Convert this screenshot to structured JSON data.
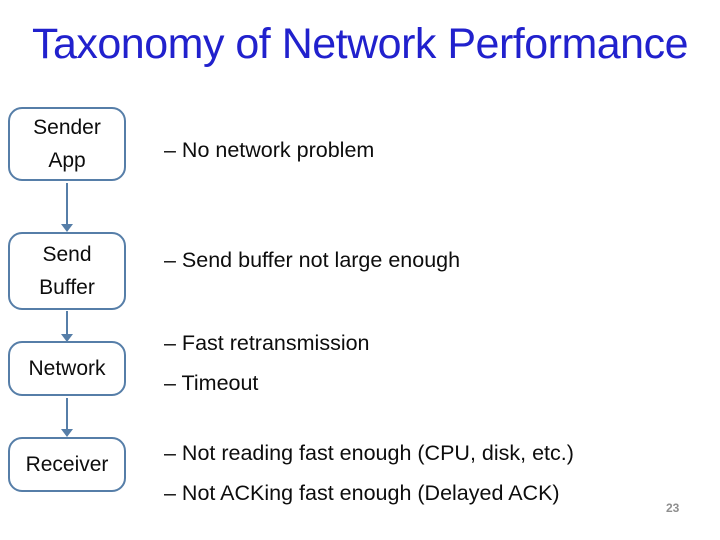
{
  "slide": {
    "title": "Taxonomy of Network Performance",
    "page_number": "23"
  },
  "flow_boxes": [
    {
      "label": "Sender\nApp"
    },
    {
      "label": "Send\nBuffer"
    },
    {
      "label": "Network"
    },
    {
      "label": "Receiver"
    }
  ],
  "bullet_groups": [
    {
      "items": [
        "– No network problem"
      ]
    },
    {
      "items": [
        "– Send buffer not large enough"
      ]
    },
    {
      "items": [
        "– Fast retransmission",
        "– Timeout"
      ]
    },
    {
      "items": [
        "– Not reading fast enough (CPU, disk, etc.)",
        "– Not ACKing fast enough (Delayed ACK)"
      ]
    }
  ],
  "colors": {
    "accent": "#567ea8",
    "title": "#2121cd",
    "body_text": "#0d0d0d",
    "page_number": "#8f8f8f"
  }
}
